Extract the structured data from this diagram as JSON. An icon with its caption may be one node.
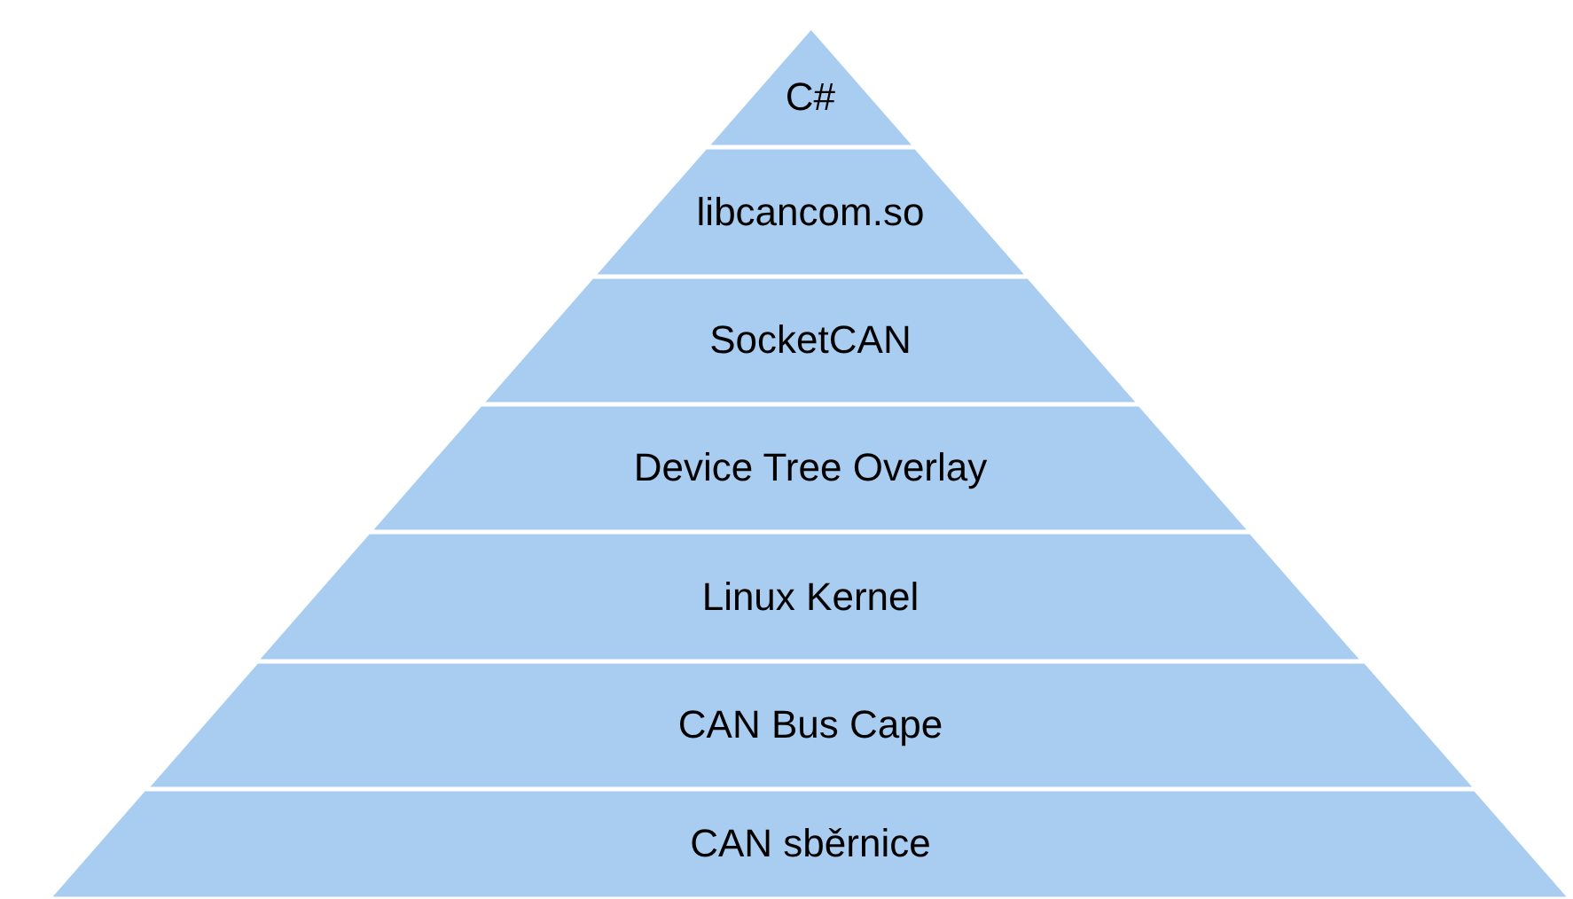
{
  "diagram": {
    "nodes": [
      {
        "text": [
          "C#"
        ]
      },
      {
        "text": [
          "libcancom.so"
        ]
      },
      {
        "text": [
          "SocketCAN"
        ]
      },
      {
        "text": [
          "Device Tree Overlay"
        ]
      },
      {
        "text": [
          "Linux Kernel"
        ]
      },
      {
        "text": [
          "CAN Bus Cape"
        ]
      },
      {
        "text": [
          "CAN sběrnice"
        ]
      }
    ]
  }
}
